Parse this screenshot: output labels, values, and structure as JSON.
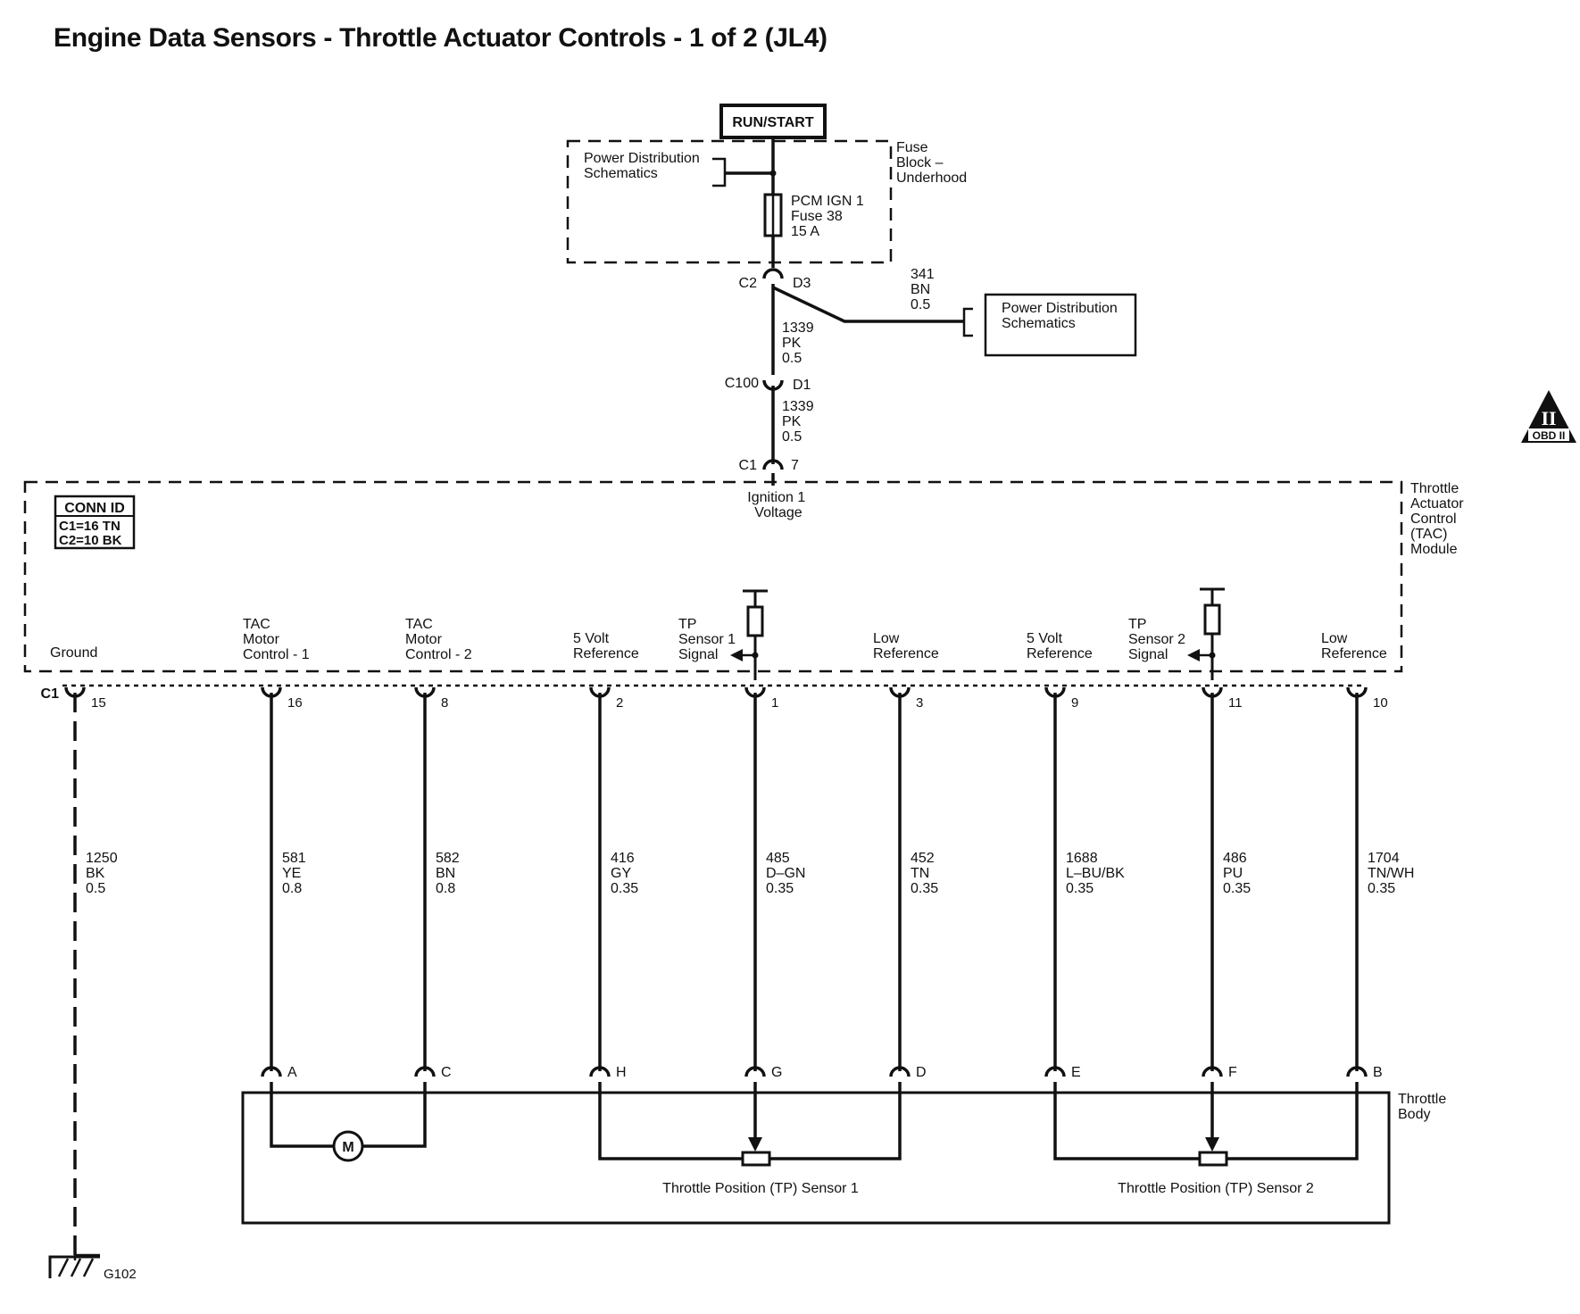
{
  "title": "Engine Data Sensors - Throttle Actuator Controls - 1 of 2 (JL4)",
  "power": {
    "run_start": "RUN/START",
    "pd_schematics_1": [
      "Power Distribution",
      "Schematics"
    ],
    "fuse_block": [
      "Fuse",
      "Block –",
      "Underhood"
    ],
    "fuse": [
      "PCM IGN 1",
      "Fuse 38",
      "15 A"
    ],
    "c2_conn": "C2",
    "c2_pin": "D3",
    "branch_wire": [
      "341",
      "BN",
      "0.5"
    ],
    "pd_schematics_2": [
      "Power Distribution",
      "Schematics"
    ],
    "wire_1339_a": [
      "1339",
      "PK",
      "0.5"
    ],
    "c100_conn": "C100",
    "c100_pin": "D1",
    "wire_1339_b": [
      "1339",
      "PK",
      "0.5"
    ],
    "c1_conn": "C1",
    "c1_pin": "7",
    "ignition_label": [
      "Ignition 1",
      "Voltage"
    ]
  },
  "obd_badge": {
    "symbol": "II",
    "label": "OBD II"
  },
  "module": {
    "name": [
      "Throttle",
      "Actuator",
      "Control",
      "(TAC)",
      "Module"
    ],
    "conn_id_title": "CONN ID",
    "conn_id_lines": [
      "C1=16 TN",
      "C2=10 BK"
    ],
    "connector": "C1"
  },
  "circuits": [
    {
      "label": [
        "Ground"
      ],
      "pin": "15",
      "wire": [
        "1250",
        "BK",
        "0.5"
      ]
    },
    {
      "label": [
        "TAC",
        "Motor",
        "Control - 1"
      ],
      "pin": "16",
      "wire": [
        "581",
        "YE",
        "0.8"
      ],
      "tb_pin": "A"
    },
    {
      "label": [
        "TAC",
        "Motor",
        "Control - 2"
      ],
      "pin": "8",
      "wire": [
        "582",
        "BN",
        "0.8"
      ],
      "tb_pin": "C"
    },
    {
      "label": [
        "5 Volt",
        "Reference"
      ],
      "pin": "2",
      "wire": [
        "416",
        "GY",
        "0.35"
      ],
      "tb_pin": "H"
    },
    {
      "label": [
        "TP",
        "Sensor 1",
        "Signal"
      ],
      "pin": "1",
      "wire": [
        "485",
        "D–GN",
        "0.35"
      ],
      "tb_pin": "G"
    },
    {
      "label": [
        "Low",
        "Reference"
      ],
      "pin": "3",
      "wire": [
        "452",
        "TN",
        "0.35"
      ],
      "tb_pin": "D"
    },
    {
      "label": [
        "5 Volt",
        "Reference"
      ],
      "pin": "9",
      "wire": [
        "1688",
        "L–BU/BK",
        "0.35"
      ],
      "tb_pin": "E"
    },
    {
      "label": [
        "TP",
        "Sensor 2",
        "Signal"
      ],
      "pin": "11",
      "wire": [
        "486",
        "PU",
        "0.35"
      ],
      "tb_pin": "F"
    },
    {
      "label": [
        "Low",
        "Reference"
      ],
      "pin": "10",
      "wire": [
        "1704",
        "TN/WH",
        "0.35"
      ],
      "tb_pin": "B"
    }
  ],
  "throttle_body": {
    "name": [
      "Throttle",
      "Body"
    ],
    "motor": "M",
    "sensor_1": "Throttle Position (TP) Sensor 1",
    "sensor_2": "Throttle Position (TP) Sensor 2"
  },
  "ground": "G102"
}
